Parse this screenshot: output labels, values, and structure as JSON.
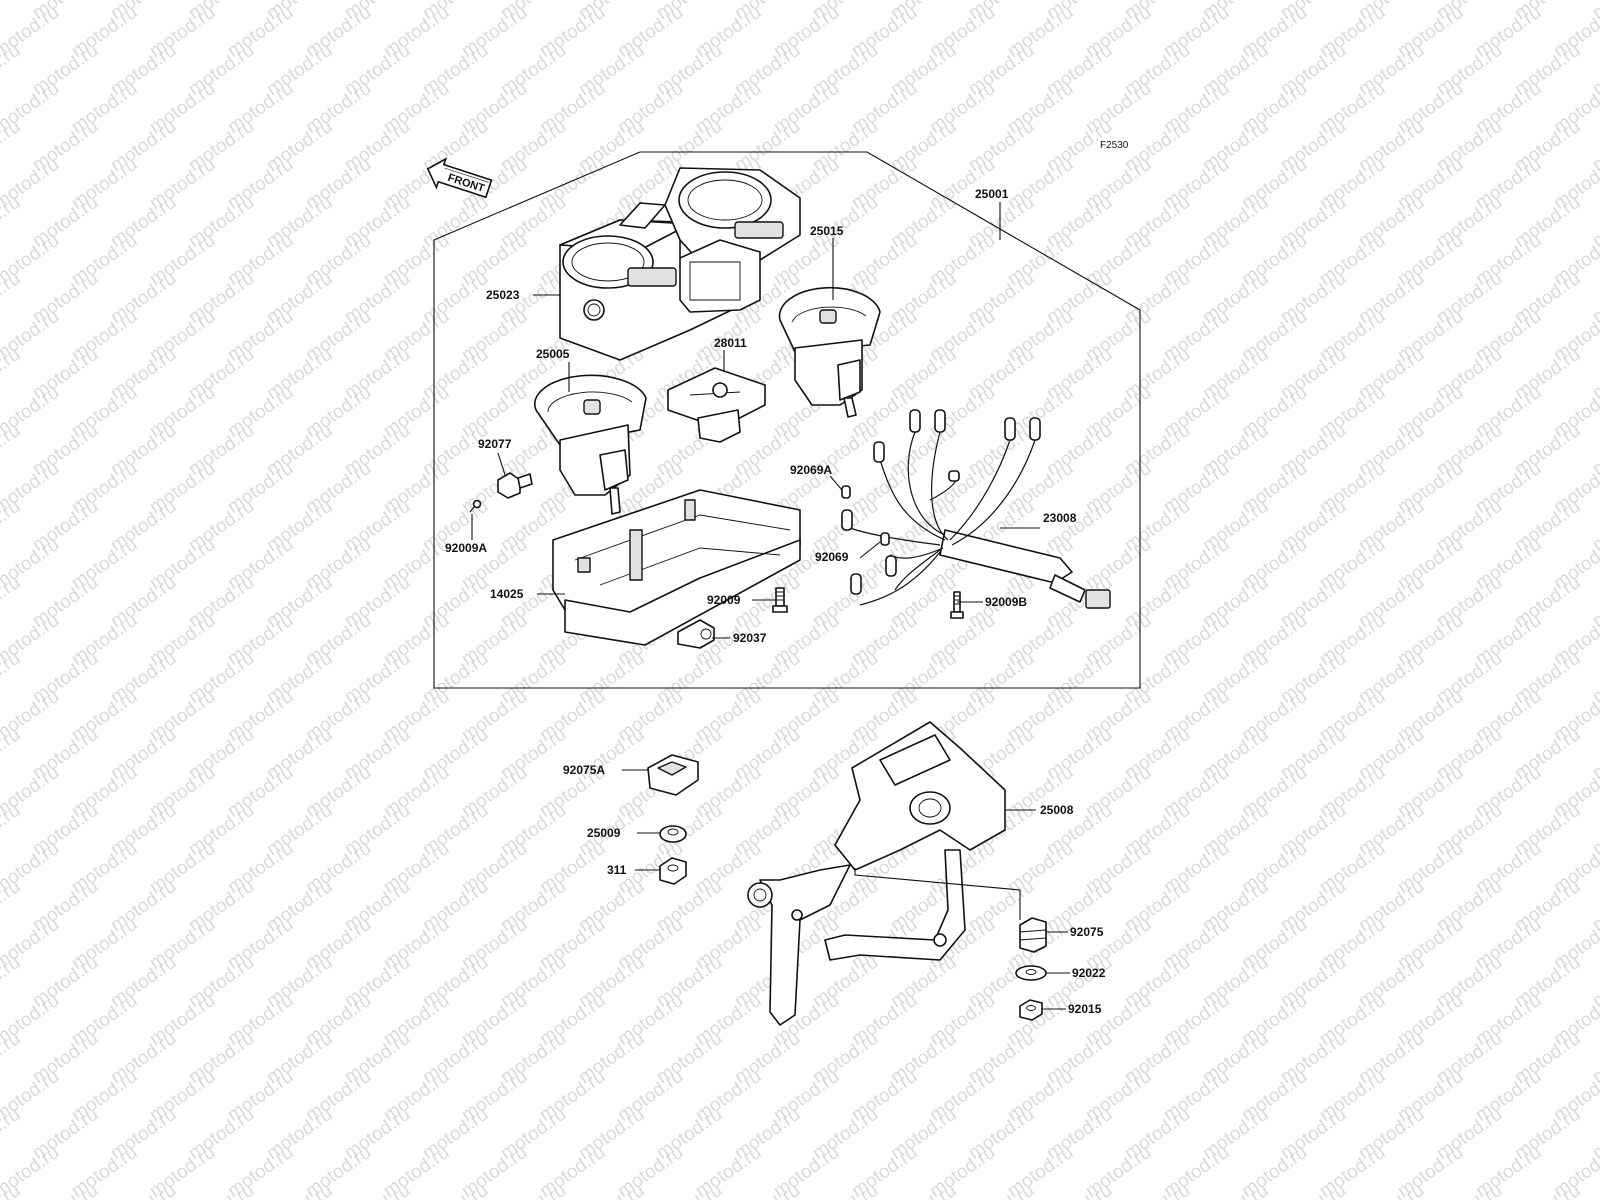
{
  "figure_code": "F2530",
  "front_arrow_text": "FRONT",
  "watermark_text": "motod.ru",
  "parts": {
    "p25001": "25001",
    "p25023": "25023",
    "p25015": "25015",
    "p25005": "25005",
    "p28011": "28011",
    "p92077": "92077",
    "p92069A": "92069A",
    "p92009A": "92009A",
    "p23008": "23008",
    "p92069": "92069",
    "p14025": "14025",
    "p92009": "92009",
    "p92009B": "92009B",
    "p92037": "92037",
    "p92075A": "92075A",
    "p25008": "25008",
    "p25009": "25009",
    "p311": "311",
    "p92075": "92075",
    "p92022": "92022",
    "p92015": "92015"
  }
}
